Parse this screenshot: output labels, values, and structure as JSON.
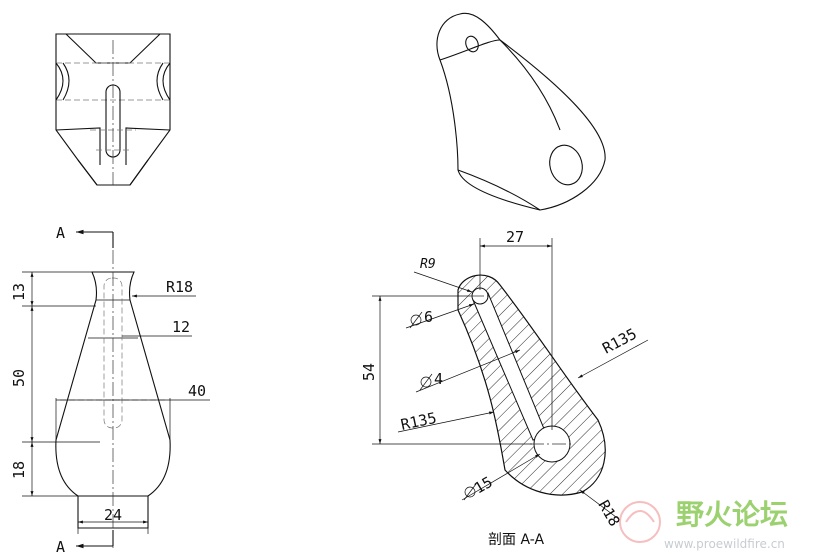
{
  "section_marks": {
    "top": "A",
    "bottom": "A"
  },
  "front_view": {
    "dims": {
      "d13": "13",
      "d50": "50",
      "d18": "18",
      "r18": "R18",
      "w12": "12",
      "w40": "40",
      "w24": "24"
    }
  },
  "section_view": {
    "dims": {
      "d27": "27",
      "r9": "R9",
      "dia6": "6",
      "dia4": "4",
      "r135a": "R135",
      "r135b": "R135",
      "d54": "54",
      "dia15": "15",
      "r18": "R18"
    },
    "caption": "剖面 A-A"
  },
  "watermark": {
    "text": "野火论坛",
    "url": "www.proewildfire.cn"
  }
}
